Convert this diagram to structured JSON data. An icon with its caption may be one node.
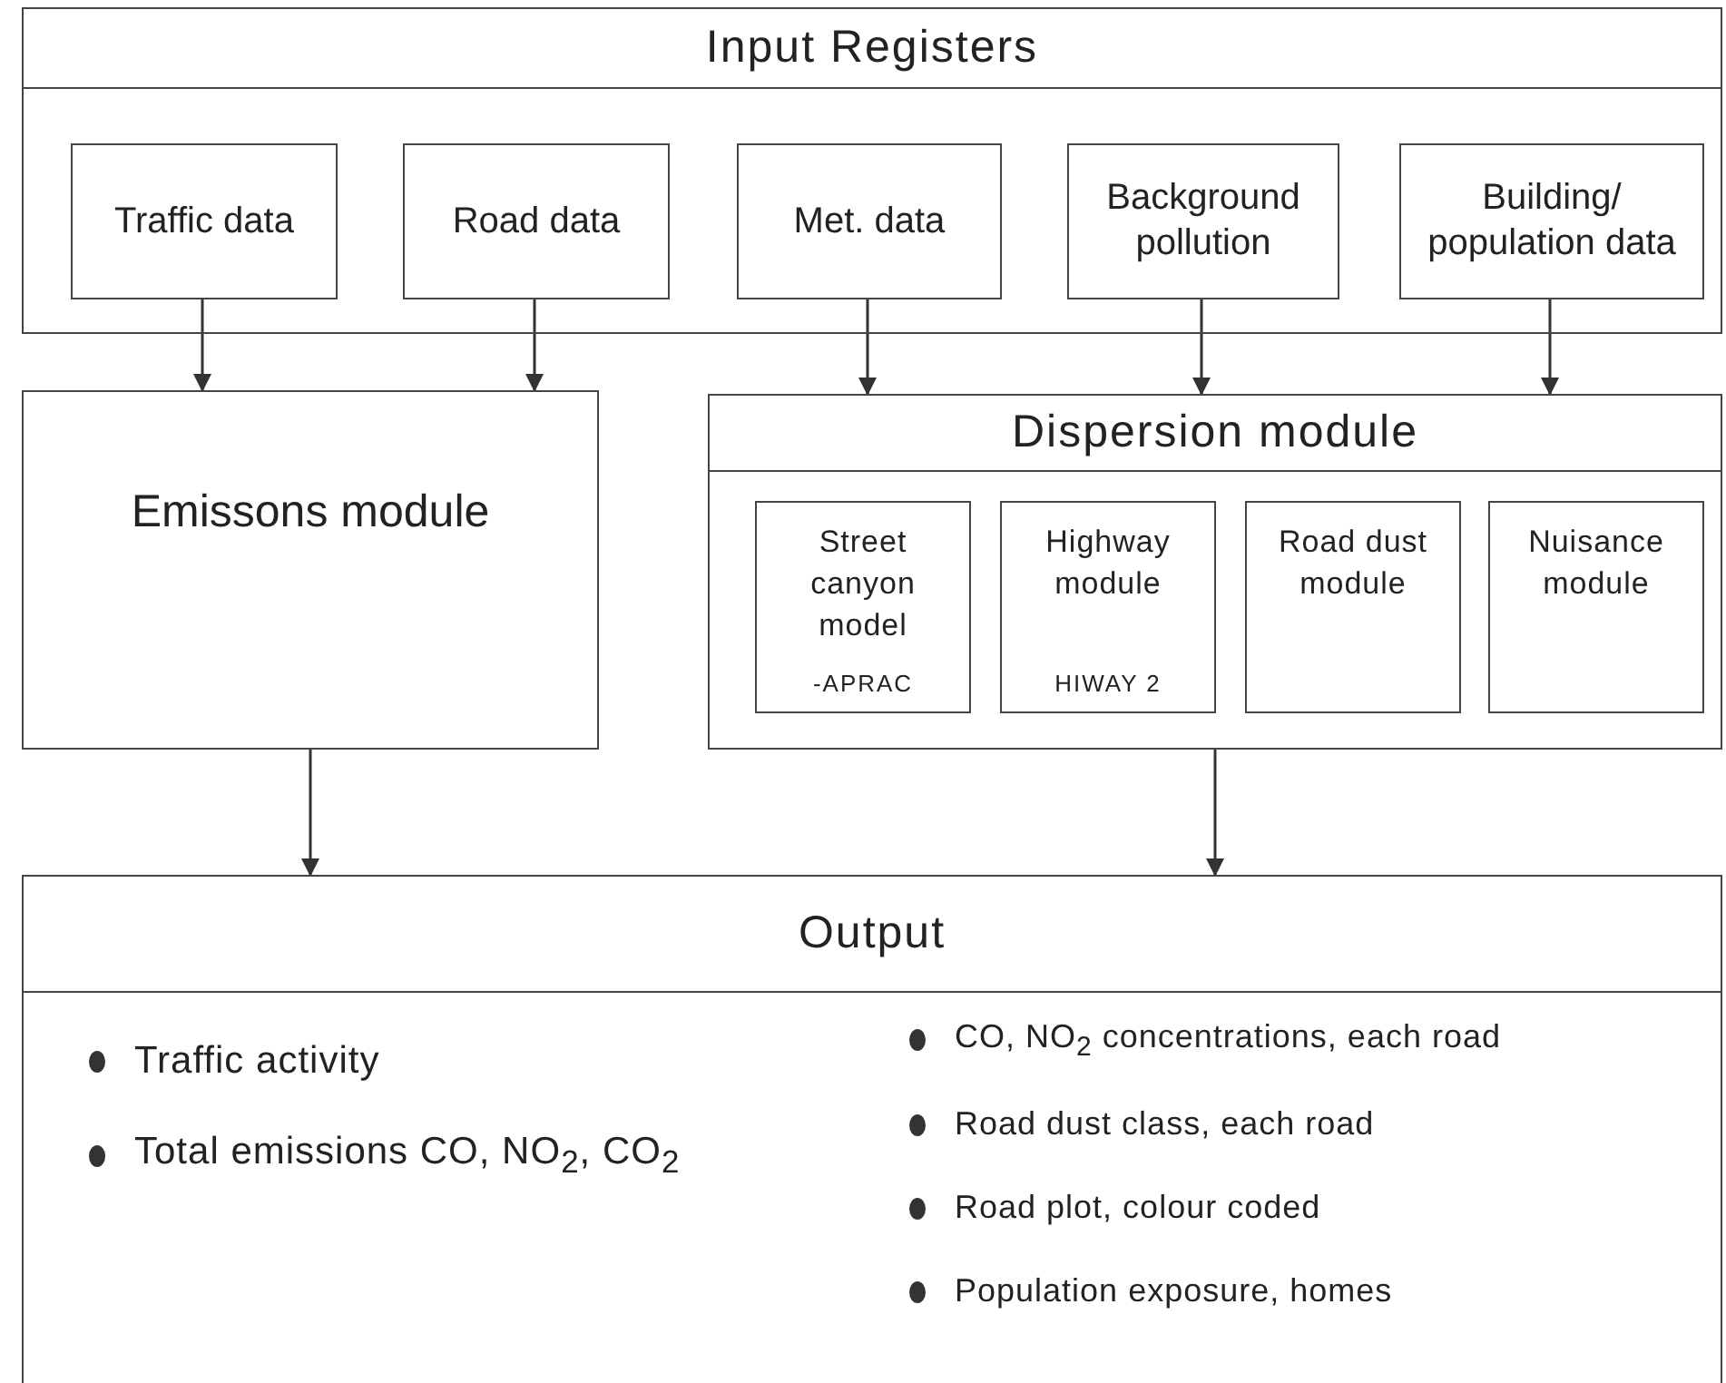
{
  "diagram": {
    "nodes": [
      {
        "text": [
          "Input Registers"
        ]
      },
      {
        "text": [
          "Traffic data"
        ],
        "in": 0
      },
      {
        "text": [
          "Road data"
        ],
        "in": 0
      },
      {
        "text": [
          "Met. data"
        ],
        "in": 0
      },
      {
        "text": [
          "Background pollution"
        ],
        "in": 0
      },
      {
        "text": [
          "Building/ population data"
        ],
        "in": 0
      },
      {
        "text": [
          "Emissons module"
        ]
      },
      {
        "text": [
          "Dispersion module"
        ]
      },
      {
        "text": [
          "Street canyon model",
          "-APRAC"
        ],
        "in": 7
      },
      {
        "text": [
          "Highway module",
          "HIWAY 2"
        ],
        "in": 7
      },
      {
        "text": [
          "Road dust module"
        ],
        "in": 7
      },
      {
        "text": [
          "Nuisance module"
        ],
        "in": 7
      },
      {
        "text": [
          "Output",
          "Traffic activity",
          "Total emissions CO, NO$_{2}$, CO$_{2}$",
          "CO, NO$_{2}$ concentrations, each road",
          "Road dust class, each road",
          "Road plot, colour coded",
          "Population exposure, homes"
        ]
      }
    ],
    "edges": [
      {
        "from": 1,
        "to": 6,
        "arrow": "to"
      },
      {
        "from": 2,
        "to": 6,
        "arrow": "to"
      },
      {
        "from": 3,
        "to": 7,
        "arrow": "to"
      },
      {
        "from": 4,
        "to": 7,
        "arrow": "to"
      },
      {
        "from": 5,
        "to": 7,
        "arrow": "to"
      },
      {
        "from": 6,
        "to": 12,
        "arrow": "to"
      },
      {
        "from": 7,
        "to": 12,
        "arrow": "to"
      }
    ]
  }
}
